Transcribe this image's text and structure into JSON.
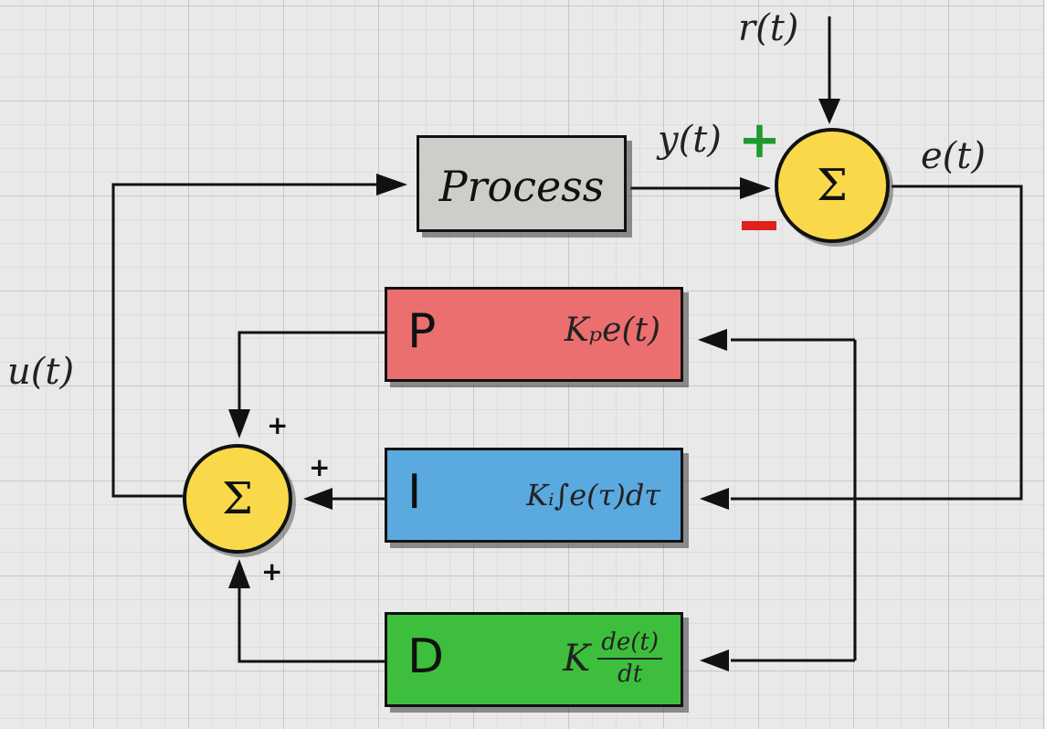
{
  "signals": {
    "reference": "r(t)",
    "output": "y(t)",
    "error": "e(t)",
    "control": "u(t)"
  },
  "process": {
    "label": "Process"
  },
  "summing_junction_symbol": "Σ",
  "signs": {
    "setpoint_sign": "+",
    "feedback_sign": "-",
    "p_sign": "+",
    "i_sign": "+",
    "d_sign": "+"
  },
  "pid_blocks": [
    {
      "letter": "P",
      "formula": "Kₚe(t)",
      "color": "#ec6f70"
    },
    {
      "letter": "I",
      "formula": "Kᵢ∫e(τ)dτ",
      "color": "#5aa9df"
    },
    {
      "letter": "D",
      "gain": "K",
      "frac_num": "de(t)",
      "frac_den": "dt",
      "color": "#3dbf3d"
    }
  ],
  "colors": {
    "summer_fill": "#f9d94a",
    "process_fill": "#cfcdc9",
    "plus_green": "#1f9a2e",
    "minus_red": "#e0201a"
  }
}
